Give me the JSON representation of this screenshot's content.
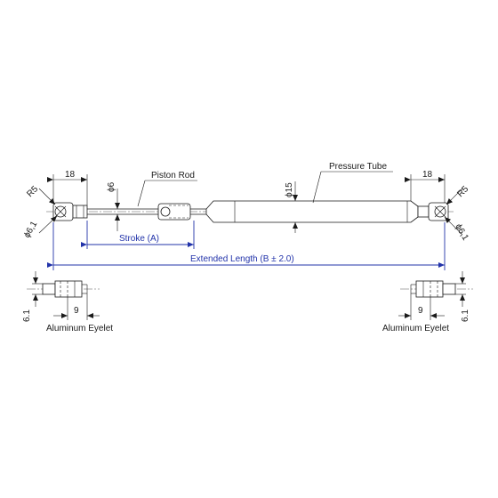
{
  "labels": {
    "piston_rod": "Piston Rod",
    "pressure_tube": "Pressure Tube",
    "stroke": "Stroke (A)",
    "extended_length": "Extended Length (B ± 2.0)",
    "eyelet_left": "Aluminum Eyelet",
    "eyelet_right": "Aluminum Eyelet"
  },
  "dimensions": {
    "left_end_width": "18",
    "right_end_width": "18",
    "rod_diameter": "ϕ6",
    "tube_diameter": "ϕ15",
    "left_radius": "R5",
    "right_radius": "R5",
    "left_hole": "ϕ6,1",
    "right_hole": "ϕ6,1",
    "left_eyelet_width": "9",
    "right_eyelet_width": "9",
    "left_eyelet_height": "6.1",
    "right_eyelet_height": "6.1"
  },
  "colors": {
    "accent": "#2233aa",
    "line": "#1a1a1a"
  }
}
